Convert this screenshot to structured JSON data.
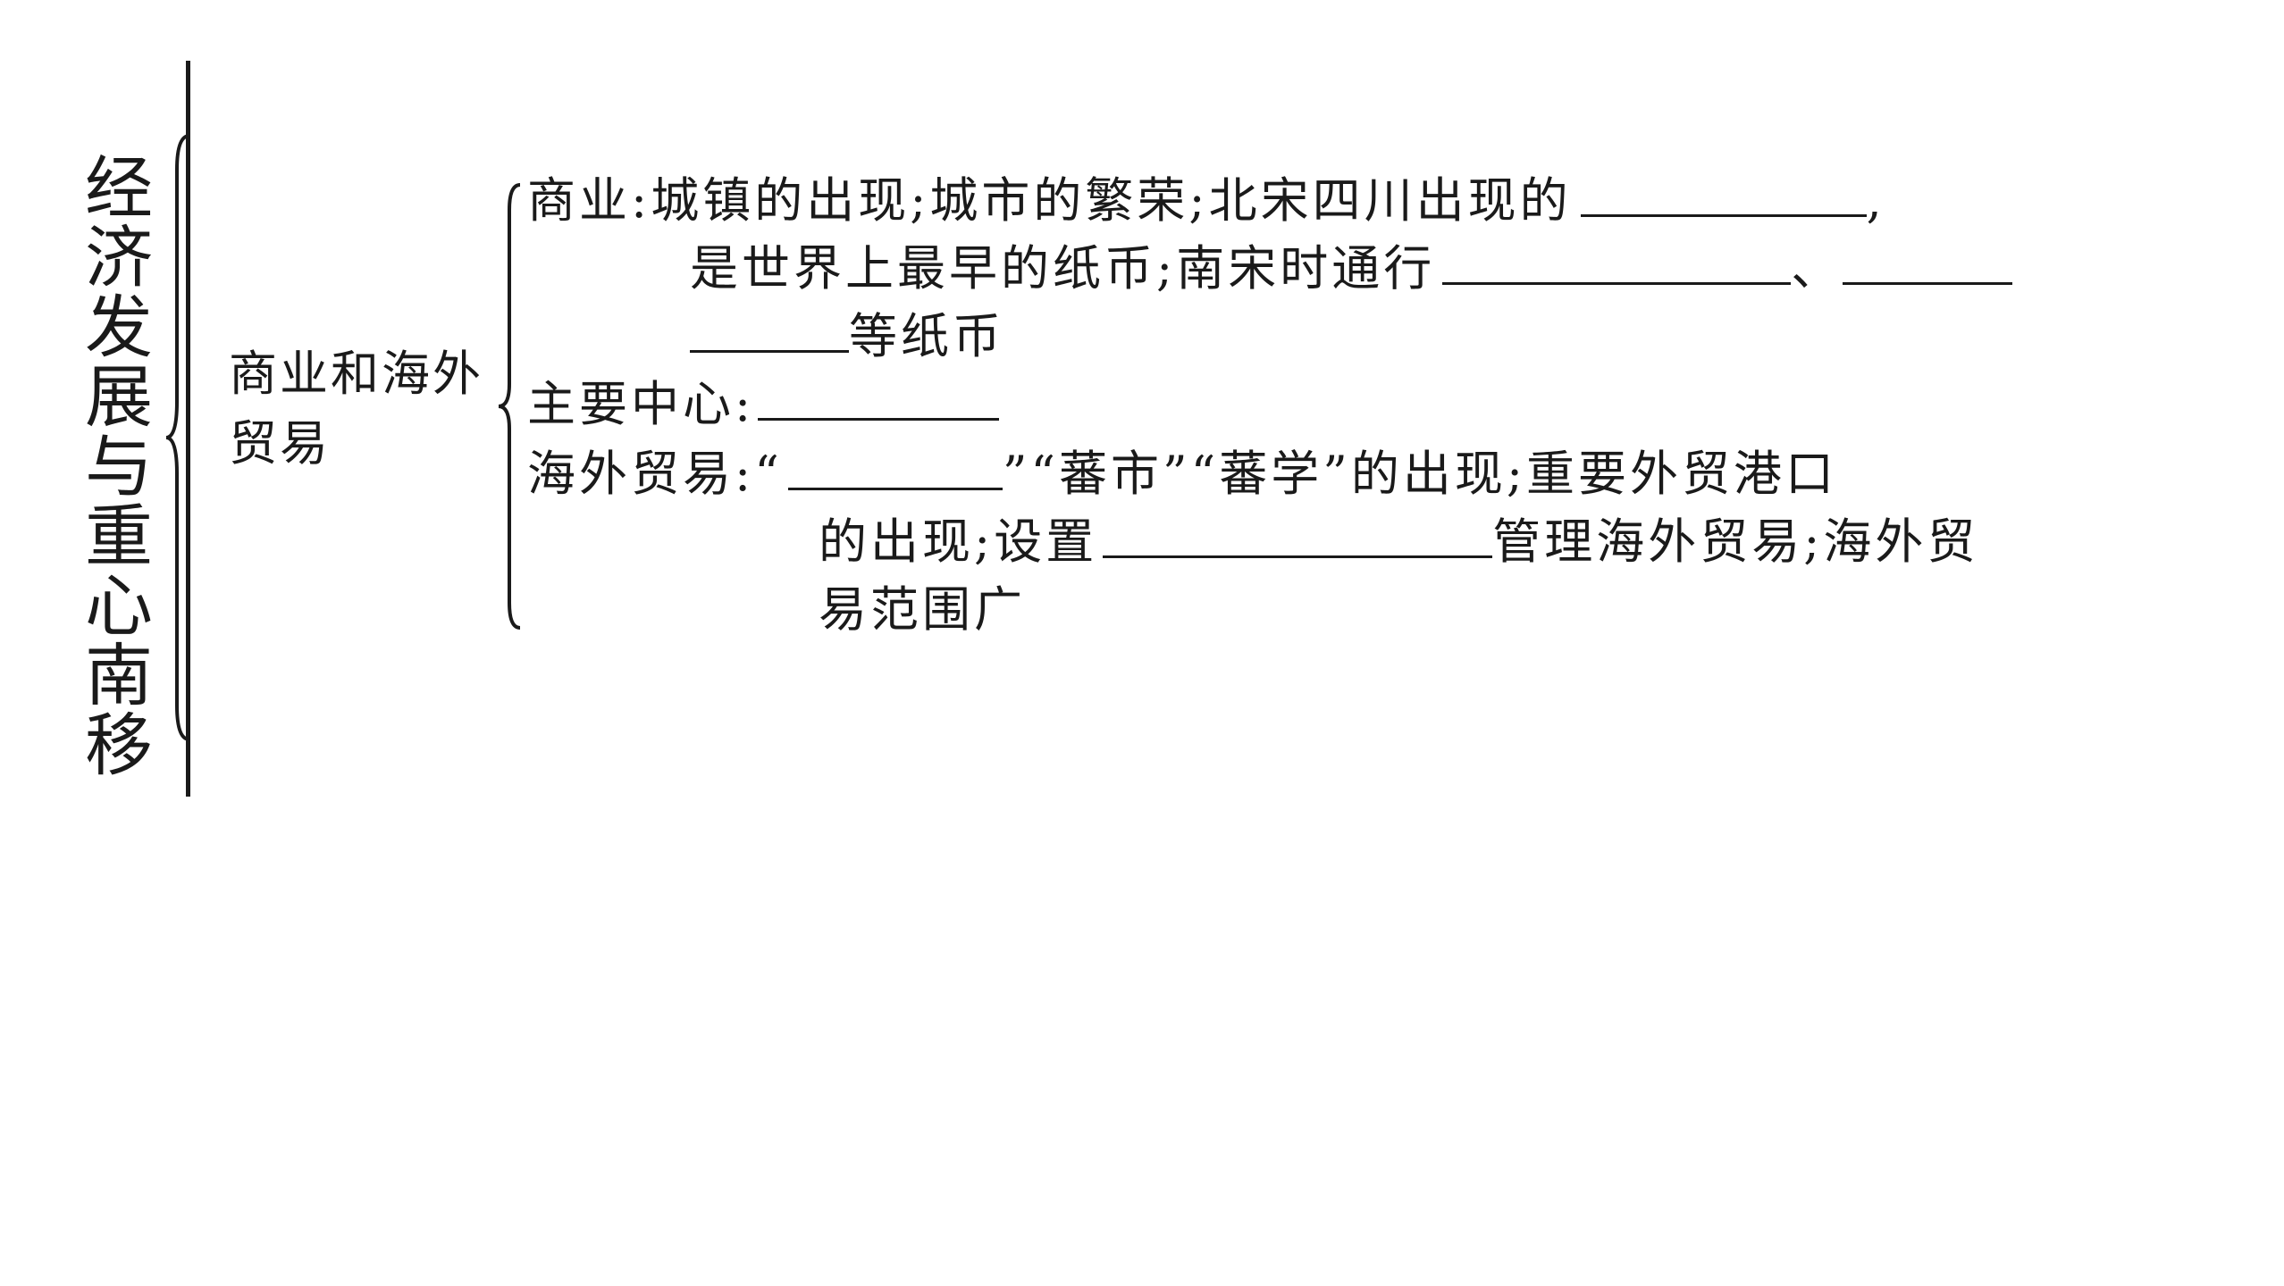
{
  "title": "经济发展与重心南移",
  "subtopic": "商业和海外贸易",
  "commerce": {
    "label": "商业:",
    "line1_text": "城镇的出现;城市的繁荣;北宋四川出现的",
    "line1_end": ",",
    "line2_text": "是世界上最早的纸币;南宋时通行",
    "line2_sep": "、",
    "line3_text": "等纸币"
  },
  "center": {
    "label": "主要中心:"
  },
  "trade": {
    "label": "海外贸易:",
    "line1_open_quote": "“",
    "line1_text": "”“蕃市”“蕃学”的出现;重要外贸港口",
    "line2_text_a": "的出现;设置",
    "line2_text_b": "管理海外贸易;海外贸",
    "line3_text": "易范围广"
  }
}
